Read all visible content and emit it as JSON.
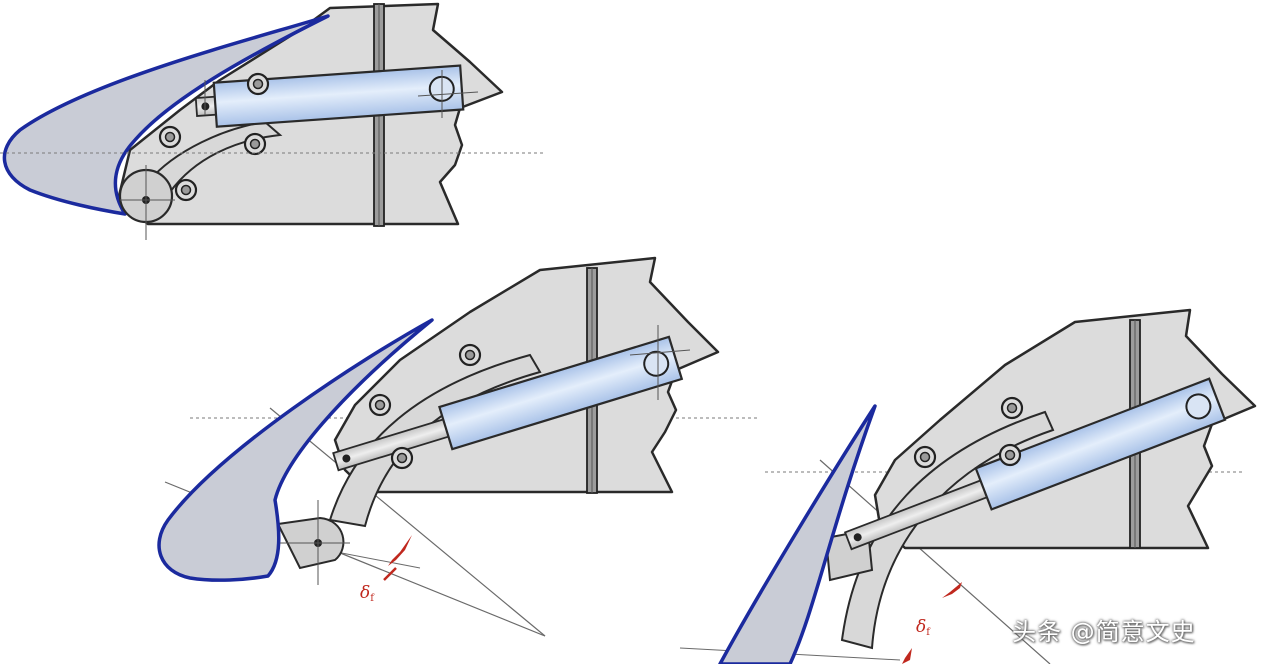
{
  "diagram": {
    "stages": [
      {
        "id": "retracted",
        "deflection_label": ""
      },
      {
        "id": "partial",
        "deflection_label": "δ",
        "deflection_subscript": "f"
      },
      {
        "id": "extended",
        "deflection_label": "δ",
        "deflection_subscript": "f"
      }
    ]
  },
  "watermark": {
    "text": "头条 @简意文史"
  },
  "colors": {
    "body_fill": "#dcdcdc",
    "outline": "#2a2a2a",
    "slat_outline": "#1b2a9e",
    "slat_fill": "#c9ccd6",
    "actuator_fill": "#b6ccec",
    "deflection_marker": "#c0281e",
    "construction_line": "#7a7a7a"
  }
}
